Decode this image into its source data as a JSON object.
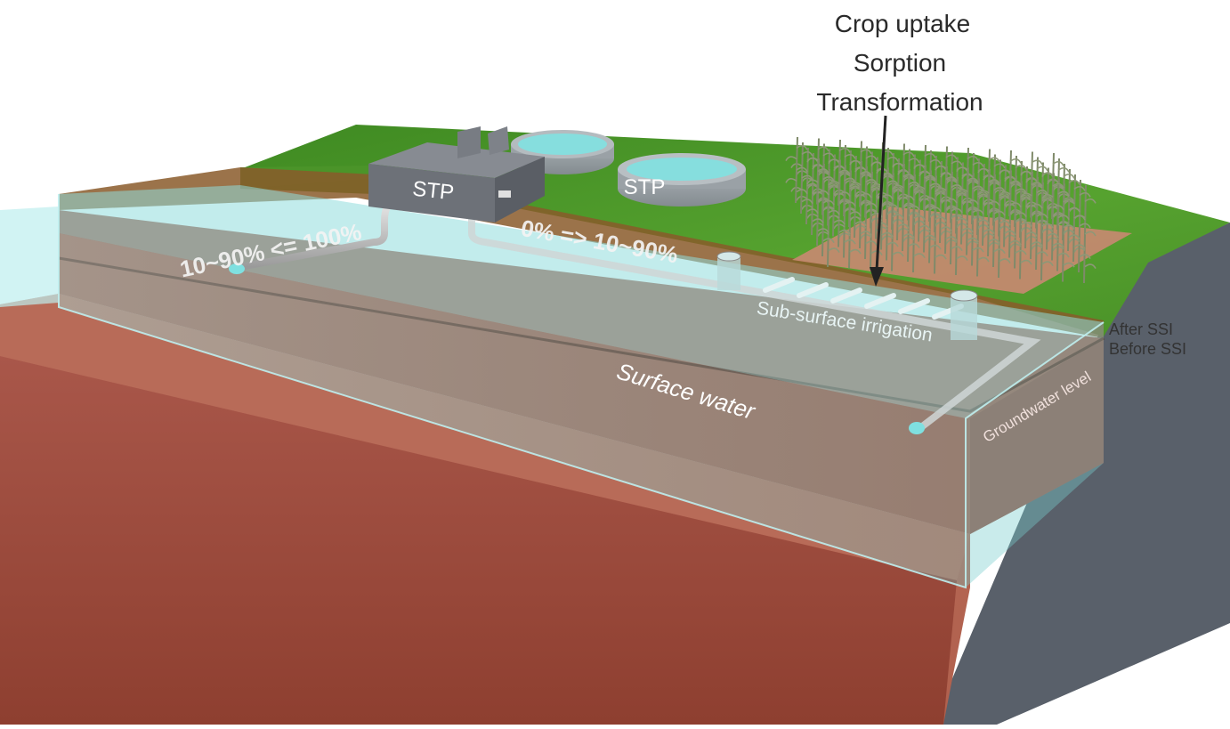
{
  "process_labels": [
    "Crop uptake",
    "Sorption",
    "Transformation"
  ],
  "plant_labels": [
    "STP",
    "STP"
  ],
  "flow_left": "10~90% <= 100%",
  "flow_right": "0% => 10~90%",
  "irrigation_label": "Sub-surface irrigation",
  "surface_water_label": "Surface water",
  "groundwater_label": "Groundwater level",
  "level_labels": [
    "After SSI",
    "Before SSI"
  ],
  "colors": {
    "grass": "#4f9a2c",
    "soil": "#b25e4c",
    "water": "#7fd6d6",
    "building": "#6e7177",
    "side": "#5b6068"
  }
}
